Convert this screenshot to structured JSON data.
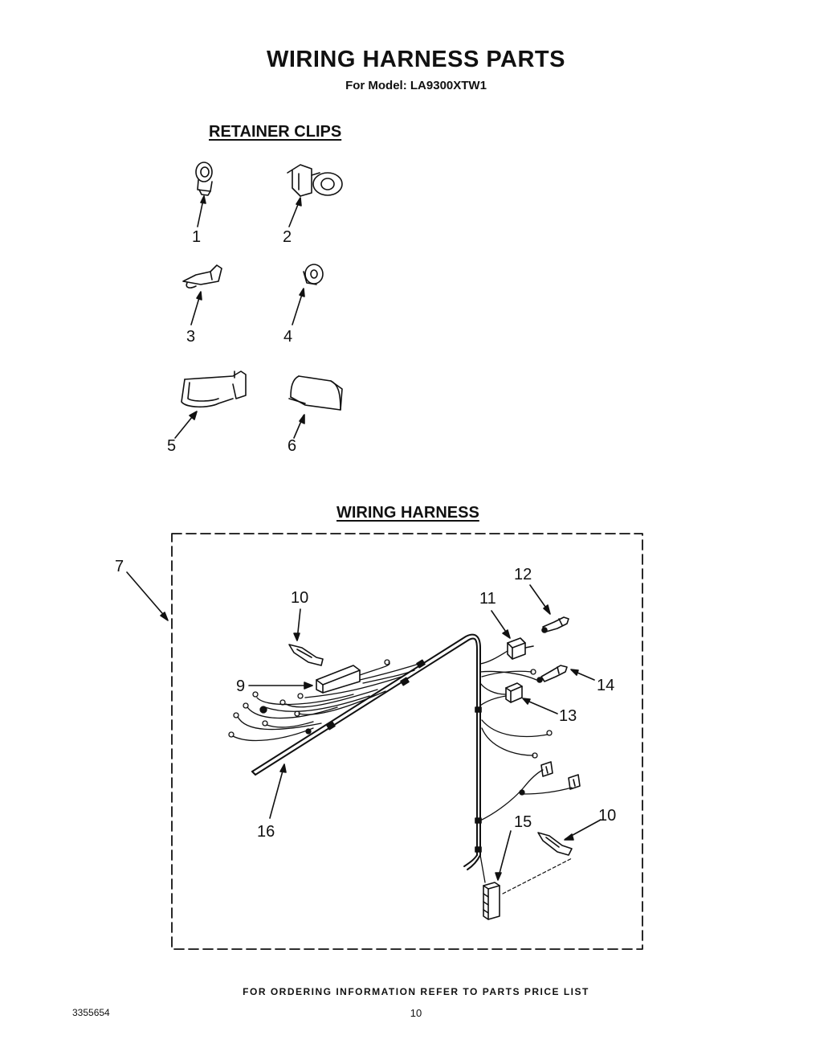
{
  "header": {
    "title": "WIRING HARNESS PARTS",
    "model_line": "For Model: LA9300XTW1"
  },
  "sections": {
    "retainer_clips": "RETAINER CLIPS",
    "wiring_harness": "WIRING HARNESS"
  },
  "callouts": {
    "c1": "1",
    "c2": "2",
    "c3": "3",
    "c4": "4",
    "c5": "5",
    "c6": "6",
    "c7": "7",
    "c9": "9",
    "c10a": "10",
    "c10b": "10",
    "c11": "11",
    "c12": "12",
    "c13": "13",
    "c14": "14",
    "c15": "15",
    "c16": "16"
  },
  "footer": {
    "ordering": "FOR ORDERING INFORMATION REFER TO PARTS PRICE LIST",
    "doc_number": "3355654",
    "page_number": "10"
  }
}
